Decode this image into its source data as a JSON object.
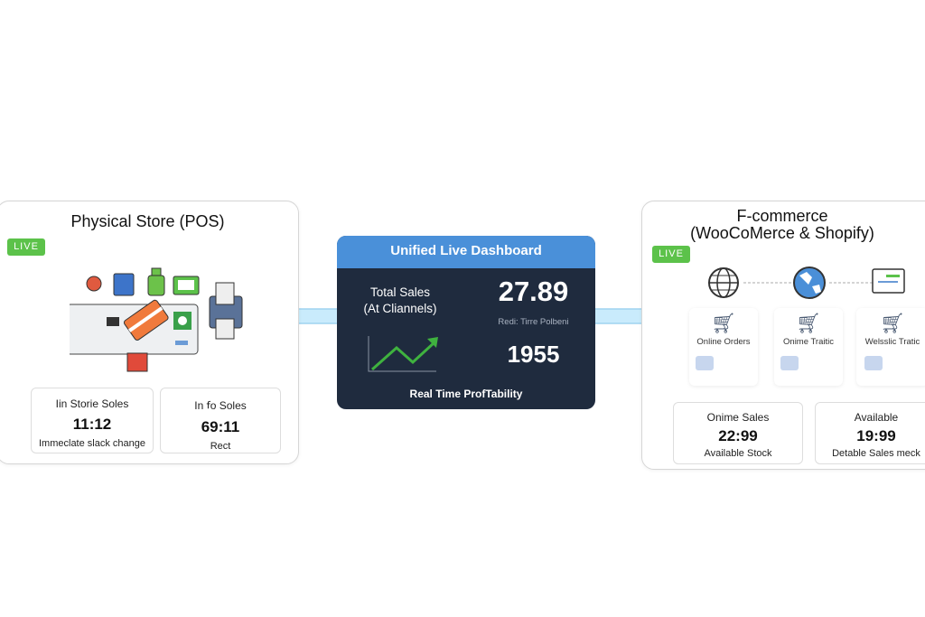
{
  "pos": {
    "title": "Physical Store (POS)",
    "live": "LIVE",
    "stats": [
      {
        "label": "Iin Storie Soles",
        "value": "11:12",
        "sub": "Immeclate slack change"
      },
      {
        "label": "In ꬵo Soles",
        "value": "69:11",
        "sub": "Rect"
      }
    ]
  },
  "dashboard": {
    "title": "Unified Live Dashboard",
    "total_label_1": "Total Sales",
    "total_label_2": "(At Cliannels)",
    "value_main": "27.89",
    "sub_caption": "Redi: Tirre Polbeni",
    "value_second": "1955",
    "footer": "Real Time ProfTability"
  },
  "ecom": {
    "title_1": "F-commerce",
    "title_2": "(WooCoMerce & Shopify)",
    "live": "LIVE",
    "cards": [
      {
        "label": "Online Orders"
      },
      {
        "label": "Onime Traitic"
      },
      {
        "label": "Welsslic Tratic"
      }
    ],
    "stats": [
      {
        "label": "Onime Sales",
        "value": "22:99",
        "sub": "Available Stock"
      },
      {
        "label": "Available",
        "value": "19:99",
        "sub": "Detable Sales meck"
      }
    ]
  },
  "colors": {
    "live": "#5cc24a",
    "dash_header": "#4a90d9",
    "dash_body": "#1f2b3e",
    "arrow": "#bfe6fb",
    "trend": "#3fb23f"
  }
}
